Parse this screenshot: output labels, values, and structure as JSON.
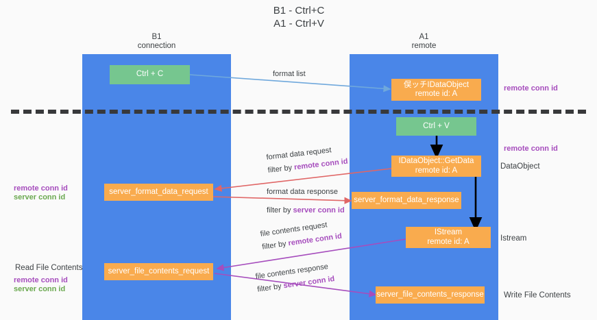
{
  "diagram": {
    "title": "B1 - Ctrl+C\nA1 - Ctrl+V",
    "columns": [
      {
        "name": "B1",
        "role": "connection",
        "label": "B1\nconnection"
      },
      {
        "name": "A1",
        "role": "remote",
        "label": "A1\nremote"
      }
    ],
    "colors": {
      "lane": "#4a86e8",
      "green_node": "#76c68f",
      "orange_node": "#f9ab4e",
      "remote_conn_id": "#a64dbd",
      "server_conn_id": "#6aa84f",
      "format_list_arrow": "#6fa8dc",
      "format_data_arrow": "#e06666",
      "file_contents_arrow": "#a64dbd",
      "divider": "#38393b",
      "background": "#fafafa"
    },
    "nodes": {
      "ctrl_c": "Ctrl + C",
      "ctrl_v": "Ctrl + V",
      "idataobject": "俣ッチIDataObject\nremote id: A",
      "getdata": "IDataObject::GetData\nremote id: A",
      "istream": "IStream\nremote id: A",
      "server_format_data_request": "server_format_data_request",
      "server_format_data_response": "server_format_data_response",
      "server_file_contents_request": "server_file_contents_request",
      "server_file_contents_response": "server_file_contents_response"
    },
    "edge_labels": {
      "format_list": "format list",
      "format_data_request": "format data request",
      "format_data_request_filter_prefix": "filter by ",
      "format_data_request_filter_key": "remote conn id",
      "format_data_response": "format data response",
      "format_data_response_filter_prefix": "filter by ",
      "format_data_response_filter_key": "server conn id",
      "file_contents_request": "file contents request",
      "file_contents_request_filter_prefix": "filter by ",
      "file_contents_request_filter_key": "remote conn id",
      "file_contents_response": "file contents response",
      "file_contents_response_filter_prefix": "filter by ",
      "file_contents_response_filter_key": "server conn id"
    },
    "side_labels_right": {
      "remote_conn_id_top": "remote conn id",
      "remote_conn_id_mid": "remote conn id",
      "dataobject": "DataObject",
      "istream": "Istream",
      "write_file_contents": "Write File Contents"
    },
    "side_labels_left": {
      "remote_conn_id": "remote conn id",
      "server_conn_id": "server conn id",
      "read_file_contents": "Read File Contents",
      "remote_conn_id_2": "remote conn id",
      "server_conn_id_2": "server conn id"
    }
  }
}
